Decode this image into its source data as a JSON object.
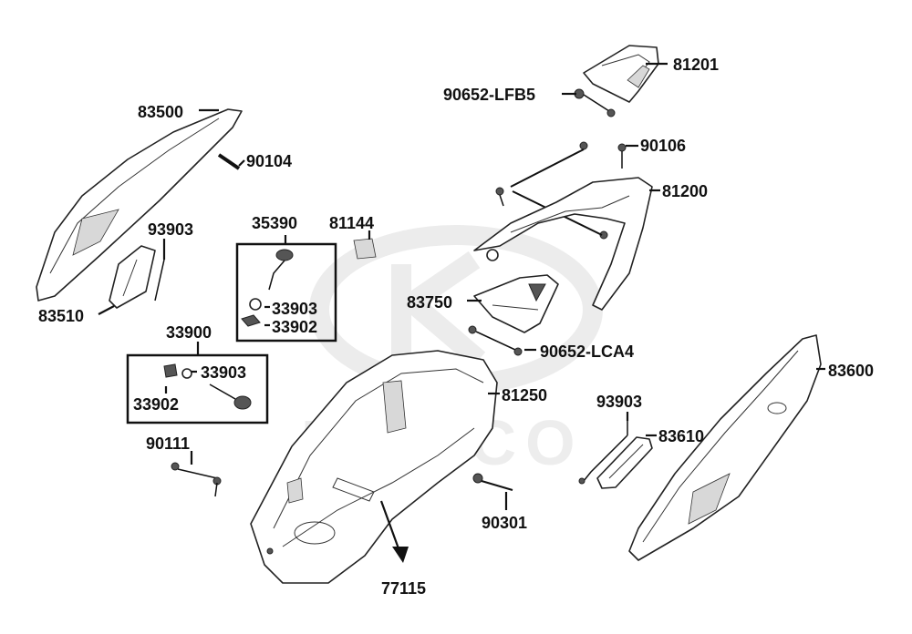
{
  "labels": {
    "p81201": "81201",
    "p90652_lfb5": "90652-LFB5",
    "p83500": "83500",
    "p90106": "90106",
    "p90104": "90104",
    "p81200": "81200",
    "p93903_a": "93903",
    "p35390": "35390",
    "p81144": "81144",
    "p83510": "83510",
    "p33903_a": "33903",
    "p33902_a": "33902",
    "p83750": "83750",
    "p33900": "33900",
    "p90652_lca4": "90652-LCA4",
    "p33903_b": "33903",
    "p83600": "83600",
    "p81250": "81250",
    "p33902_b": "33902",
    "p93903_b": "93903",
    "p90111": "90111",
    "p83610": "83610",
    "p90301": "90301",
    "p77115": "77115"
  },
  "watermark": "KYMCO"
}
